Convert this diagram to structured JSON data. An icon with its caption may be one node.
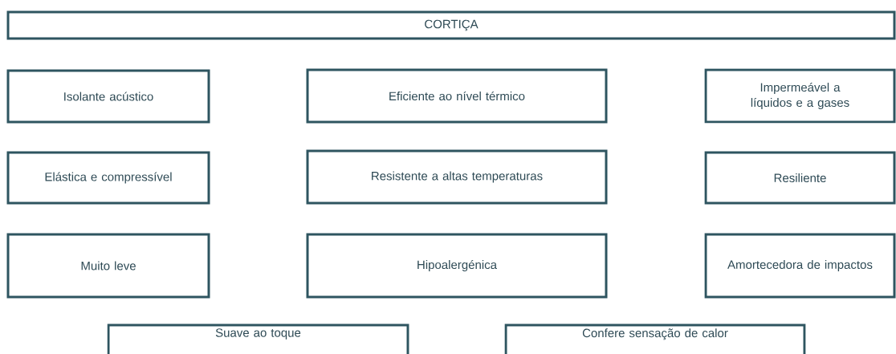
{
  "diagram": {
    "nodes": [
      {
        "text": [
          "CORTIÇA"
        ]
      },
      {
        "text": [
          "Isolante acústico"
        ]
      },
      {
        "text": [
          "Eficiente ao nível térmico"
        ]
      },
      {
        "text": [
          "Impermeável a líquidos e a gases"
        ]
      },
      {
        "text": [
          "Elástica e compressível"
        ]
      },
      {
        "text": [
          "Resistente a altas temperaturas"
        ]
      },
      {
        "text": [
          "Resiliente"
        ]
      },
      {
        "text": [
          "Muito leve"
        ]
      },
      {
        "text": [
          "Hipoalergénica"
        ]
      },
      {
        "text": [
          "Amortecedora de impactos"
        ]
      },
      {
        "text": [
          "Suave ao toque"
        ]
      },
      {
        "text": [
          "Confere sensação de calor"
        ]
      }
    ]
  }
}
